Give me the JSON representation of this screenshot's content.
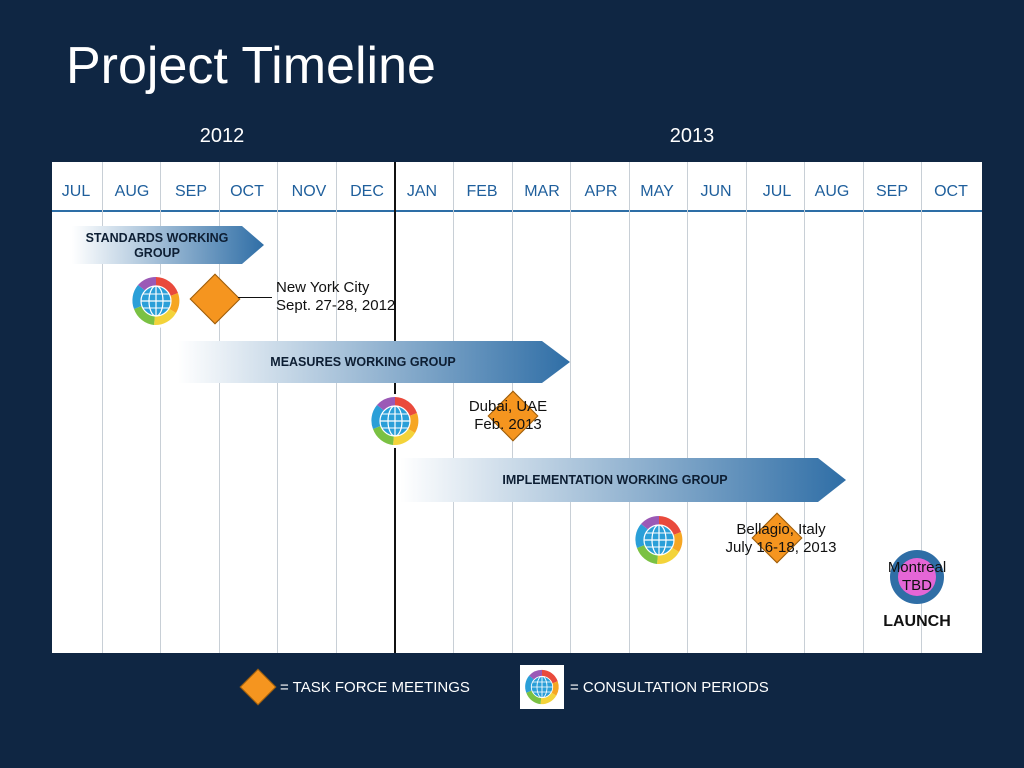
{
  "title": "Project Timeline",
  "years": [
    "2012",
    "2013"
  ],
  "months": [
    "JUL",
    "AUG",
    "SEP",
    "OCT",
    "NOV",
    "DEC",
    "JAN",
    "FEB",
    "MAR",
    "APR",
    "MAY",
    "JUN",
    "JUL",
    "AUG",
    "SEP",
    "OCT"
  ],
  "groups": {
    "standards": "STANDARDS WORKING GROUP",
    "measures": "MEASURES WORKING GROUP",
    "implementation": "IMPLEMENTATION WORKING GROUP"
  },
  "meetings": {
    "nyc_line1": "New York City",
    "nyc_line2": "Sept. 27-28, 2012",
    "dubai_line1": "Dubai, UAE",
    "dubai_line2": "Feb. 2013",
    "bellagio_line1": "Bellagio, Italy",
    "bellagio_line2": "July 16-18, 2013",
    "montreal_line1": "Montreal",
    "montreal_line2": "TBD"
  },
  "launch": "LAUNCH",
  "legend": {
    "task_force": "= TASK FORCE MEETINGS",
    "consultation": "= CONSULTATION PERIODS"
  },
  "colors": {
    "background": "#0f2643",
    "month_text": "#1f5f9c",
    "arrow_blue": "#2f6ea6",
    "diamond": "#f5951f",
    "launch_ring": "#2f6ea6",
    "launch_fill": "#e566d6"
  }
}
